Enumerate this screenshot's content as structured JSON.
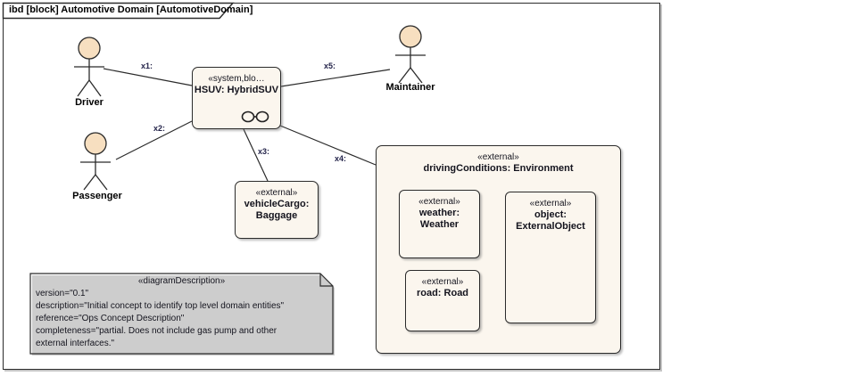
{
  "frame": {
    "tab_title": "ibd [block] Automotive Domain [AutomotiveDomain]"
  },
  "actors": [
    {
      "name": "Driver"
    },
    {
      "name": "Passenger"
    },
    {
      "name": "Maintainer"
    }
  ],
  "connectors": [
    {
      "label": "x1:"
    },
    {
      "label": "x2:"
    },
    {
      "label": "x3:"
    },
    {
      "label": "x4:"
    },
    {
      "label": "x5:"
    }
  ],
  "blocks": {
    "hsuv": {
      "stereotype": "«system,blo…",
      "name": "HSUV: HybridSUV"
    },
    "vehicleCargo": {
      "stereotype": "«external»",
      "name_line1": "vehicleCargo:",
      "name_line2": "Baggage"
    },
    "environment": {
      "stereotype": "«external»",
      "name": "drivingConditions: Environment"
    },
    "weather": {
      "stereotype": "«external»",
      "name": "weather: Weather"
    },
    "object": {
      "stereotype": "«external»",
      "name_line1": "object:",
      "name_line2": "ExternalObject"
    },
    "road": {
      "stereotype": "«external»",
      "name": "road: Road"
    }
  },
  "note": {
    "stereotype": "«diagramDescription»",
    "lines": [
      "version=\"0.1\"",
      "description=\"Initial concept to identify top level domain entities\"",
      "reference=\"Ops Concept Description\"",
      "completeness=\"partial. Does not include gas pump and other",
      "external interfaces.\""
    ]
  },
  "colors": {
    "block_fill": "#FBF6EE",
    "actor_head_fill": "#F7DFC0",
    "border": "#2B2B2B",
    "note_fill": "#FFFFFF"
  }
}
